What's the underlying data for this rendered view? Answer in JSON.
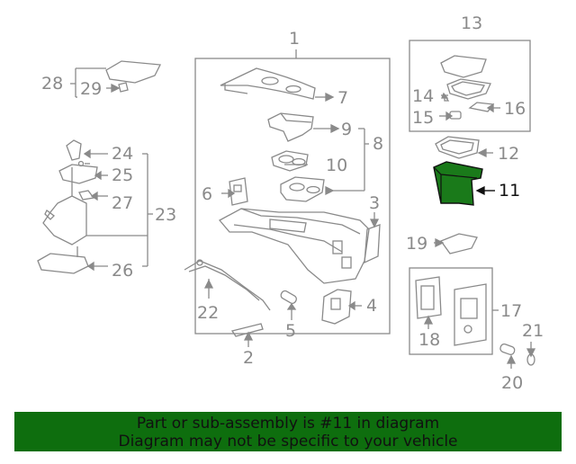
{
  "diagram": {
    "callouts": [
      "1",
      "2",
      "3",
      "4",
      "5",
      "6",
      "7",
      "8",
      "9",
      "10",
      "11",
      "12",
      "13",
      "14",
      "15",
      "16",
      "17",
      "18",
      "19",
      "20",
      "21",
      "22",
      "23",
      "24",
      "25",
      "26",
      "27",
      "28",
      "29"
    ],
    "highlighted_part": "11",
    "colors": {
      "line": "#8a8a8a",
      "highlight_fill": "#1a7a1a",
      "highlight_stroke": "#111111",
      "banner_bg": "#0e6e0e"
    }
  },
  "banner": {
    "line1": "Part or sub-assembly is #11 in diagram",
    "line2": "Diagram may not be specific to your vehicle"
  }
}
